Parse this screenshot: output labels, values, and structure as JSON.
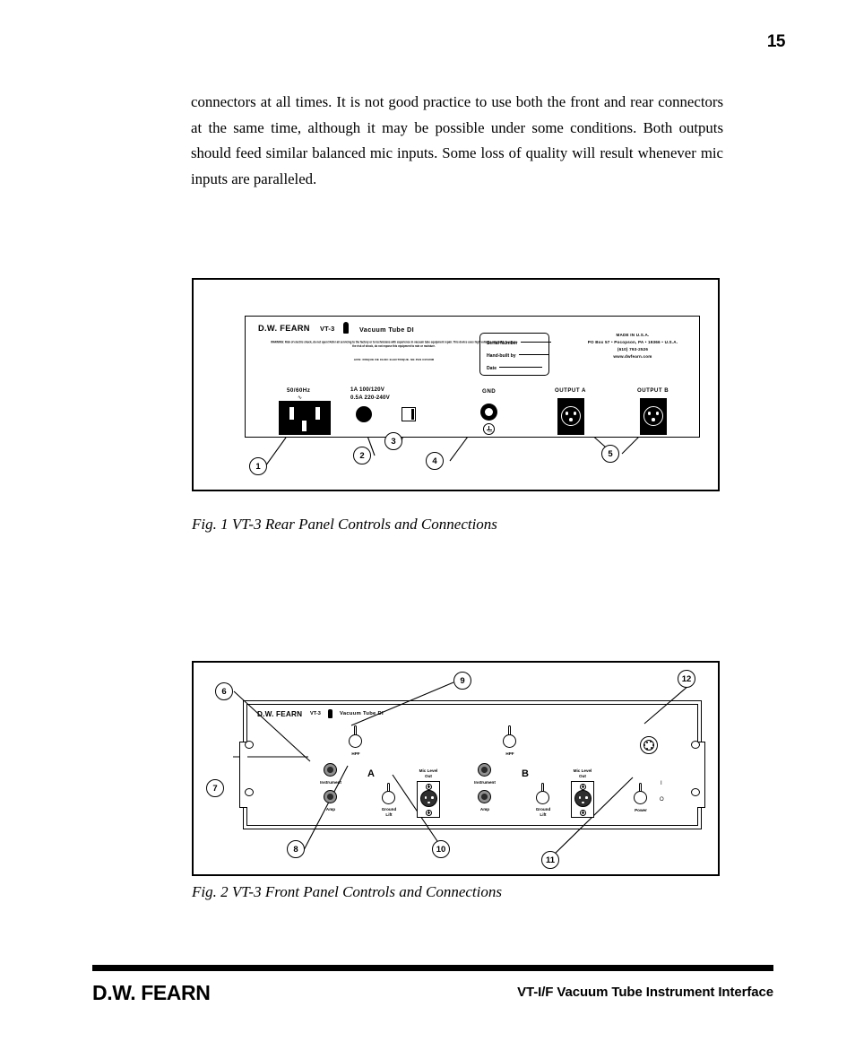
{
  "page": {
    "number": "15",
    "body_text": "connectors at all times. It is not good practice to use both the front and rear connectors at the same time, although it may be possible under some conditions. Both outputs should feed similar balanced mic inputs. Some loss of quality will result whenever mic inputs are paralleled."
  },
  "figure1": {
    "caption": "Fig. 1 VT-3 Rear Panel Controls and Connections",
    "panel": {
      "brand": "D.W. FEARN",
      "model": "VT-3",
      "subtitle": "Vacuum Tube DI",
      "warning": "WARNING: Risk of electric shock, do not open! Refer all servicing to the factory or to technicians with experience in vacuum tube equipment repair. This device uses high voltages internally. To reduce the risk of shock, do not expose this equipment to rain or moisture.",
      "warning_fr": "AVIS: RISQUE DE CHOC ELECTRIQUE. NE PAS OUVRIR",
      "serial_box": {
        "serial_label": "Serial Number",
        "builder_label": "Hand-built by",
        "date_label": "Date"
      },
      "address": {
        "line1": "MADE IN U.S.A.",
        "line2": "PO Box 57 • Pocopson, PA • 19366 • U.S.A.",
        "line3": "(610) 793-2526",
        "line4": "www.dwfearn.com"
      },
      "mains_label": "50/60Hz",
      "mains_symbol": "∿",
      "fuse_line1": "1A 100/120V",
      "fuse_line2": "0.5A 220-240V",
      "ground_label": "GND",
      "output_a_label": "OUTPUT A",
      "output_b_label": "OUTPUT B"
    },
    "callouts": [
      "1",
      "2",
      "3",
      "4",
      "5"
    ]
  },
  "figure2": {
    "caption": "Fig. 2 VT-3 Front Panel Controls and Connections",
    "panel": {
      "brand": "D.W. FEARN",
      "model": "VT-3",
      "subtitle": "Vacuum Tube DI",
      "channel_a": "A",
      "channel_b": "B",
      "hpf_label": "HPF",
      "instrument_label": "Instrument",
      "amp_label": "Amp",
      "ground_lift_line1": "Ground",
      "ground_lift_line2": "Lift",
      "mic_out_line1": "Mic Level",
      "mic_out_line2": "Out",
      "power_label": "Power",
      "power_on_symbol": "I",
      "power_off_symbol": "O"
    },
    "callouts": [
      "6",
      "7",
      "8",
      "9",
      "10",
      "11",
      "12"
    ]
  },
  "footer": {
    "brand": "D.W. FEARN",
    "product": "VT-I/F Vacuum Tube Instrument Interface"
  }
}
